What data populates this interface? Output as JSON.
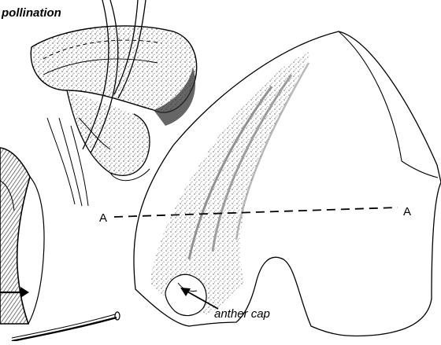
{
  "figure": {
    "title": "pollination",
    "section_label_left": "A",
    "section_label_right": "A",
    "callout_label": "anther cap"
  },
  "colors": {
    "ink": "#000000",
    "stipple": "#9a9a9a",
    "background": "#ffffff"
  }
}
